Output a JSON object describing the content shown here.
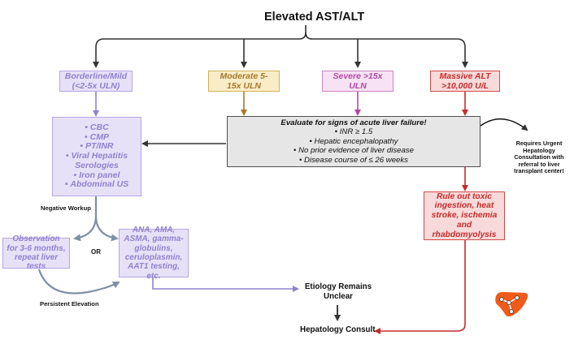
{
  "title": "Elevated AST/ALT",
  "categories": {
    "mild": "Borderline/Mild (<2-5x ULN)",
    "moderate": "Moderate 5-15x ULN",
    "severe": "Severe >15x ULN",
    "massive": "Massive ALT >10,000 U/L"
  },
  "workup": [
    "CBC",
    "CMP",
    "PT/INR",
    "Viral Hepatitis Serologies",
    "Iron panel",
    "Abdominal US"
  ],
  "alf_box": {
    "heading": "Evaluate for signs of acute liver failure!",
    "items": [
      "INR ≥ 1.5",
      "Hepatic encephalopathy",
      "No prior evidence of liver disease",
      "Disease course of ≤ 26 weeks"
    ]
  },
  "urgent_note": "Requires Urgent Hepatology Consultation with referral to liver transplant center!",
  "rule_out": "Rule out toxic ingestion, heat stroke, ischemia and rhabdomyolysis",
  "negative_workup": "Negative Workup",
  "or_label": "OR",
  "observation": "Observation for 3-6 months, repeat liver tests",
  "further_tests": "ANA, AMA, ASMA, gamma-globulins, ceruloplasmin, AAT1 testing, etc.",
  "persistent_elevation": "Persistent Elevation",
  "etiology": "Etiology Remains Unclear",
  "hepatology_consult": "Hepatology Consult",
  "colors": {
    "purple": "#9182cf",
    "tan": "#a7782a",
    "pink": "#b249a4",
    "red": "#c72b2b",
    "arrow": "#333333",
    "grey_arrow": "#7f8fa6"
  },
  "logo_icon": "liver-network-icon"
}
